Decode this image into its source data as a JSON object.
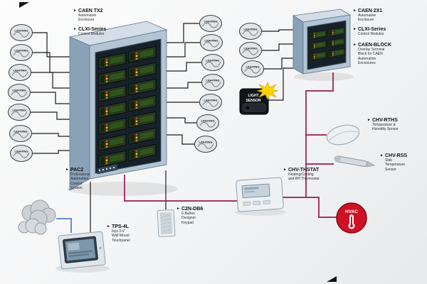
{
  "colors": {
    "bus_maroon": "#9b1850",
    "wire_black": "#1b1b1b",
    "wire_blue": "#3a6ab8",
    "hvac_red": "#cf1125",
    "sensor_star_yellow": "#ffd400",
    "enclosure_blue_gray": "#b3c4d3"
  },
  "labels": {
    "callout_arrow": "►",
    "lighting": "LIGHTING",
    "light_sensor_line1": "LIGHT",
    "light_sensor_line2": "SENSOR",
    "hvac": "HVAC"
  },
  "callouts": {
    "caen_tx2": {
      "title": "CAEN TX2",
      "desc": "Automation\nEnclosure"
    },
    "clxi_left": {
      "title": "CLXI-Series",
      "desc": "Control Modules"
    },
    "caen_2x1": {
      "title": "CAEN 2X1",
      "desc": "Automation\nEnclosure"
    },
    "clxi_right": {
      "title": "CLXI-Series",
      "desc": "Control Modules"
    },
    "caen_block": {
      "title": "CAEN-BLOCK",
      "desc": "Overlay Terminal\nBlock for CAEN\nAutomation\nEnclosures"
    },
    "chv_rths": {
      "title": "CHV-RTHS",
      "desc": "Temperature &\nHumidity Sensor"
    },
    "chv_rss": {
      "title": "CHV-RSS",
      "desc": "Slab\nTemperature\nSensor"
    },
    "chv_thstat": {
      "title": "CHV-THSTAT",
      "desc": "Heating/Cooling\nand RH Thermostat"
    },
    "pac2": {
      "title": "PAC2",
      "desc": "Professional\nAutomation\nControl\nSystem"
    },
    "tps_4l": {
      "title": "TPS-4L",
      "desc": "Isys 3.6\"\nWall Mount\nTouchpanel"
    },
    "c2n_db6": {
      "title": "C2N-DB6",
      "desc": "6-Button\nDesigner\nKeypad"
    }
  }
}
